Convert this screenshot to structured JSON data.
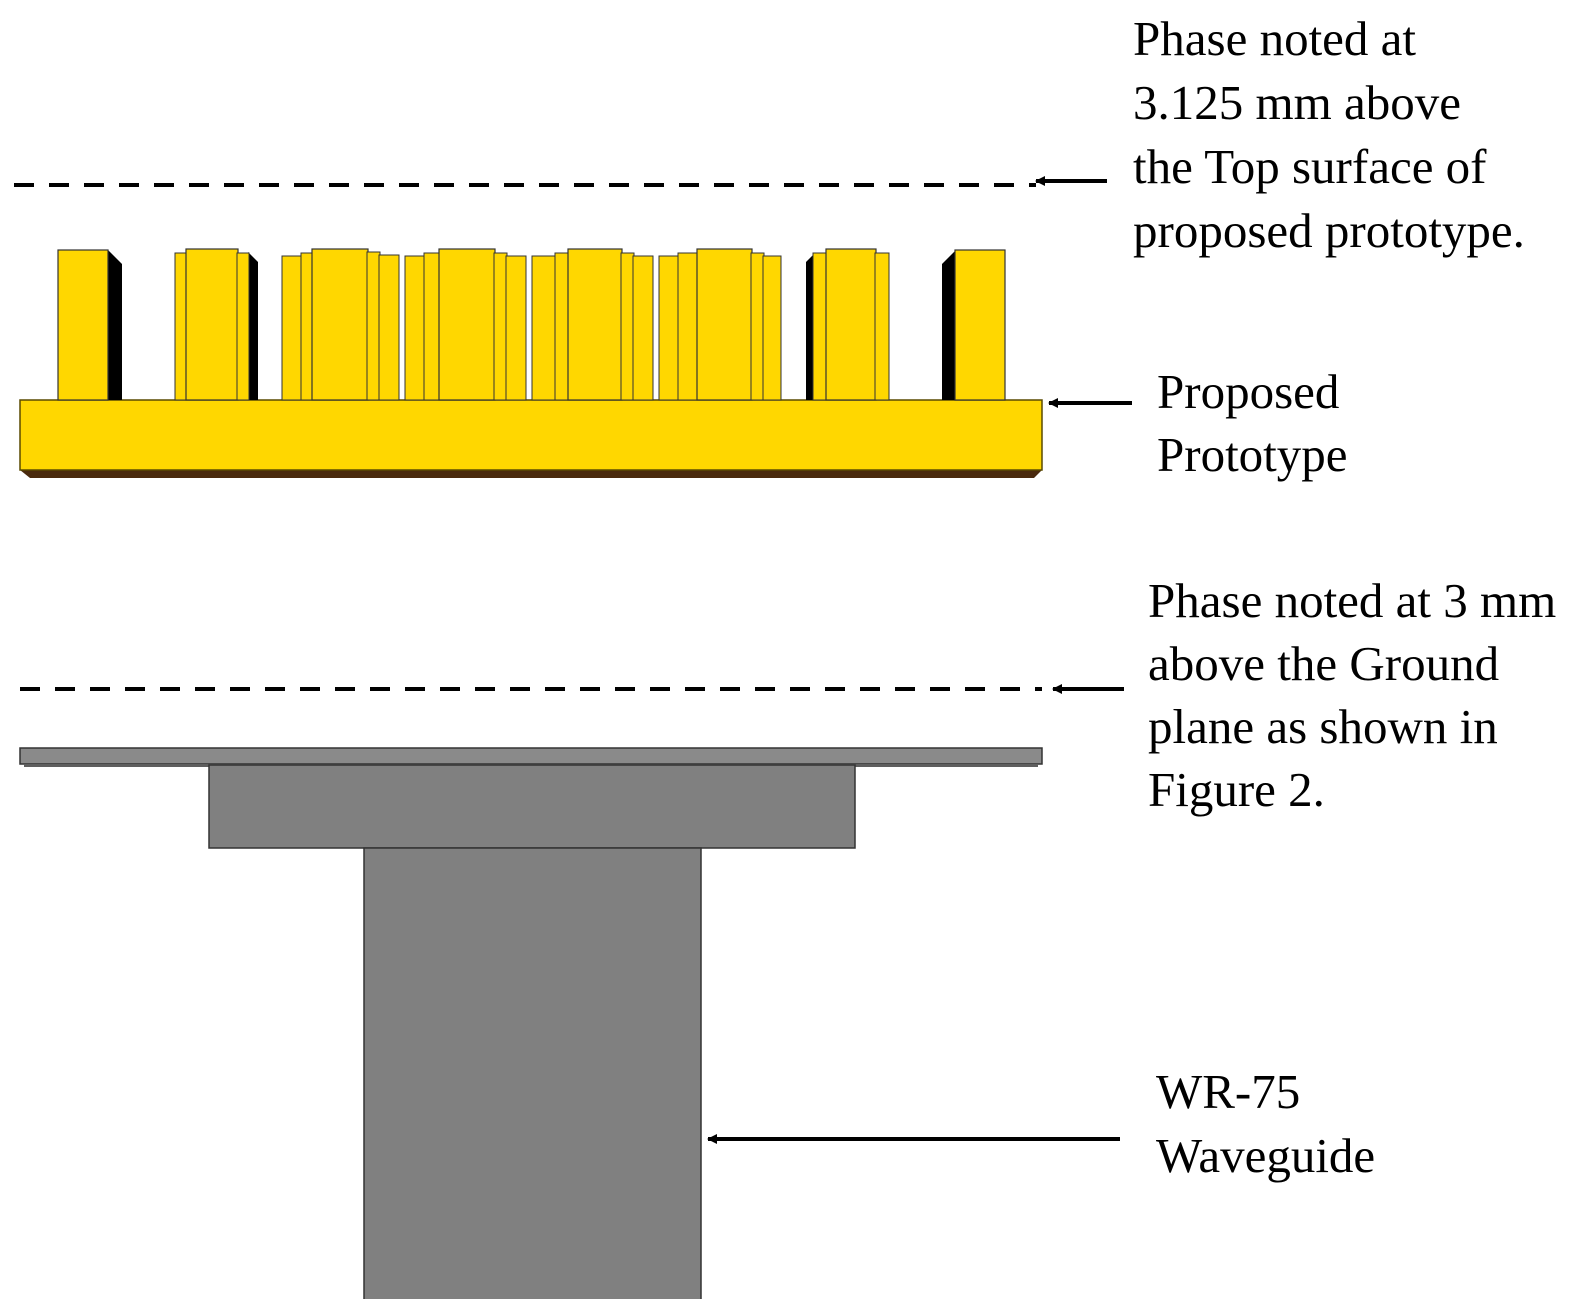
{
  "labels": {
    "top_phase": [
      "Phase noted at",
      "3.125 mm above",
      "the Top surface of",
      "proposed prototype."
    ],
    "prototype": [
      "Proposed",
      "Prototype"
    ],
    "ground_phase": [
      "Phase noted at 3 mm",
      "above the Ground",
      "plane as shown in",
      "Figure 2."
    ],
    "waveguide": [
      "WR-75",
      "Waveguide"
    ]
  },
  "colors": {
    "prototype_fill": "#FFD700",
    "prototype_shadow": "#000000",
    "base_bottom_edge": "#4A2A0E",
    "metal_fill": "#808080",
    "plate_fill": "#8A8A8A",
    "outline": "#333333",
    "line": "#000000"
  }
}
